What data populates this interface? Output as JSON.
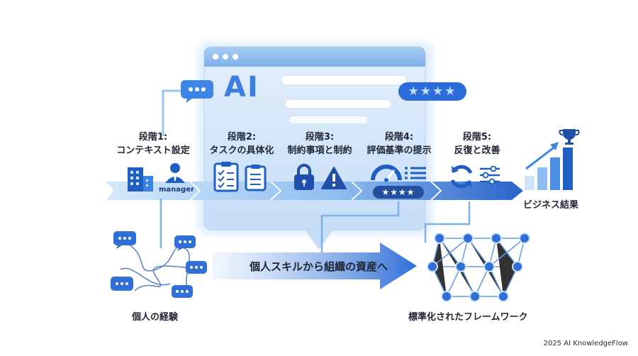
{
  "window": {
    "logo": "AI",
    "rating_badge": "★★★★"
  },
  "stages": [
    {
      "number": "段階1:",
      "title": "コンテキスト設定",
      "role_label": "manager"
    },
    {
      "number": "段階2:",
      "title": "タスクの具体化"
    },
    {
      "number": "段階3:",
      "title": "制約事項と制約"
    },
    {
      "number": "段階4:",
      "title": "評価基準の提示",
      "gauge_stars": "★★★★"
    },
    {
      "number": "段階5:",
      "title": "反復と改善"
    }
  ],
  "result": {
    "label": "ビジネス結果"
  },
  "bottom": {
    "left_caption": "個人の経験",
    "arrow_text": "個人スキルから組織の資産へ",
    "right_caption": "標準化されたフレームワーク"
  },
  "footer": "2025 AI KnowledgeFlow",
  "colors": {
    "primary": "#2f6fd6",
    "light": "#cfe3fa",
    "dark": "#1d3f86"
  }
}
